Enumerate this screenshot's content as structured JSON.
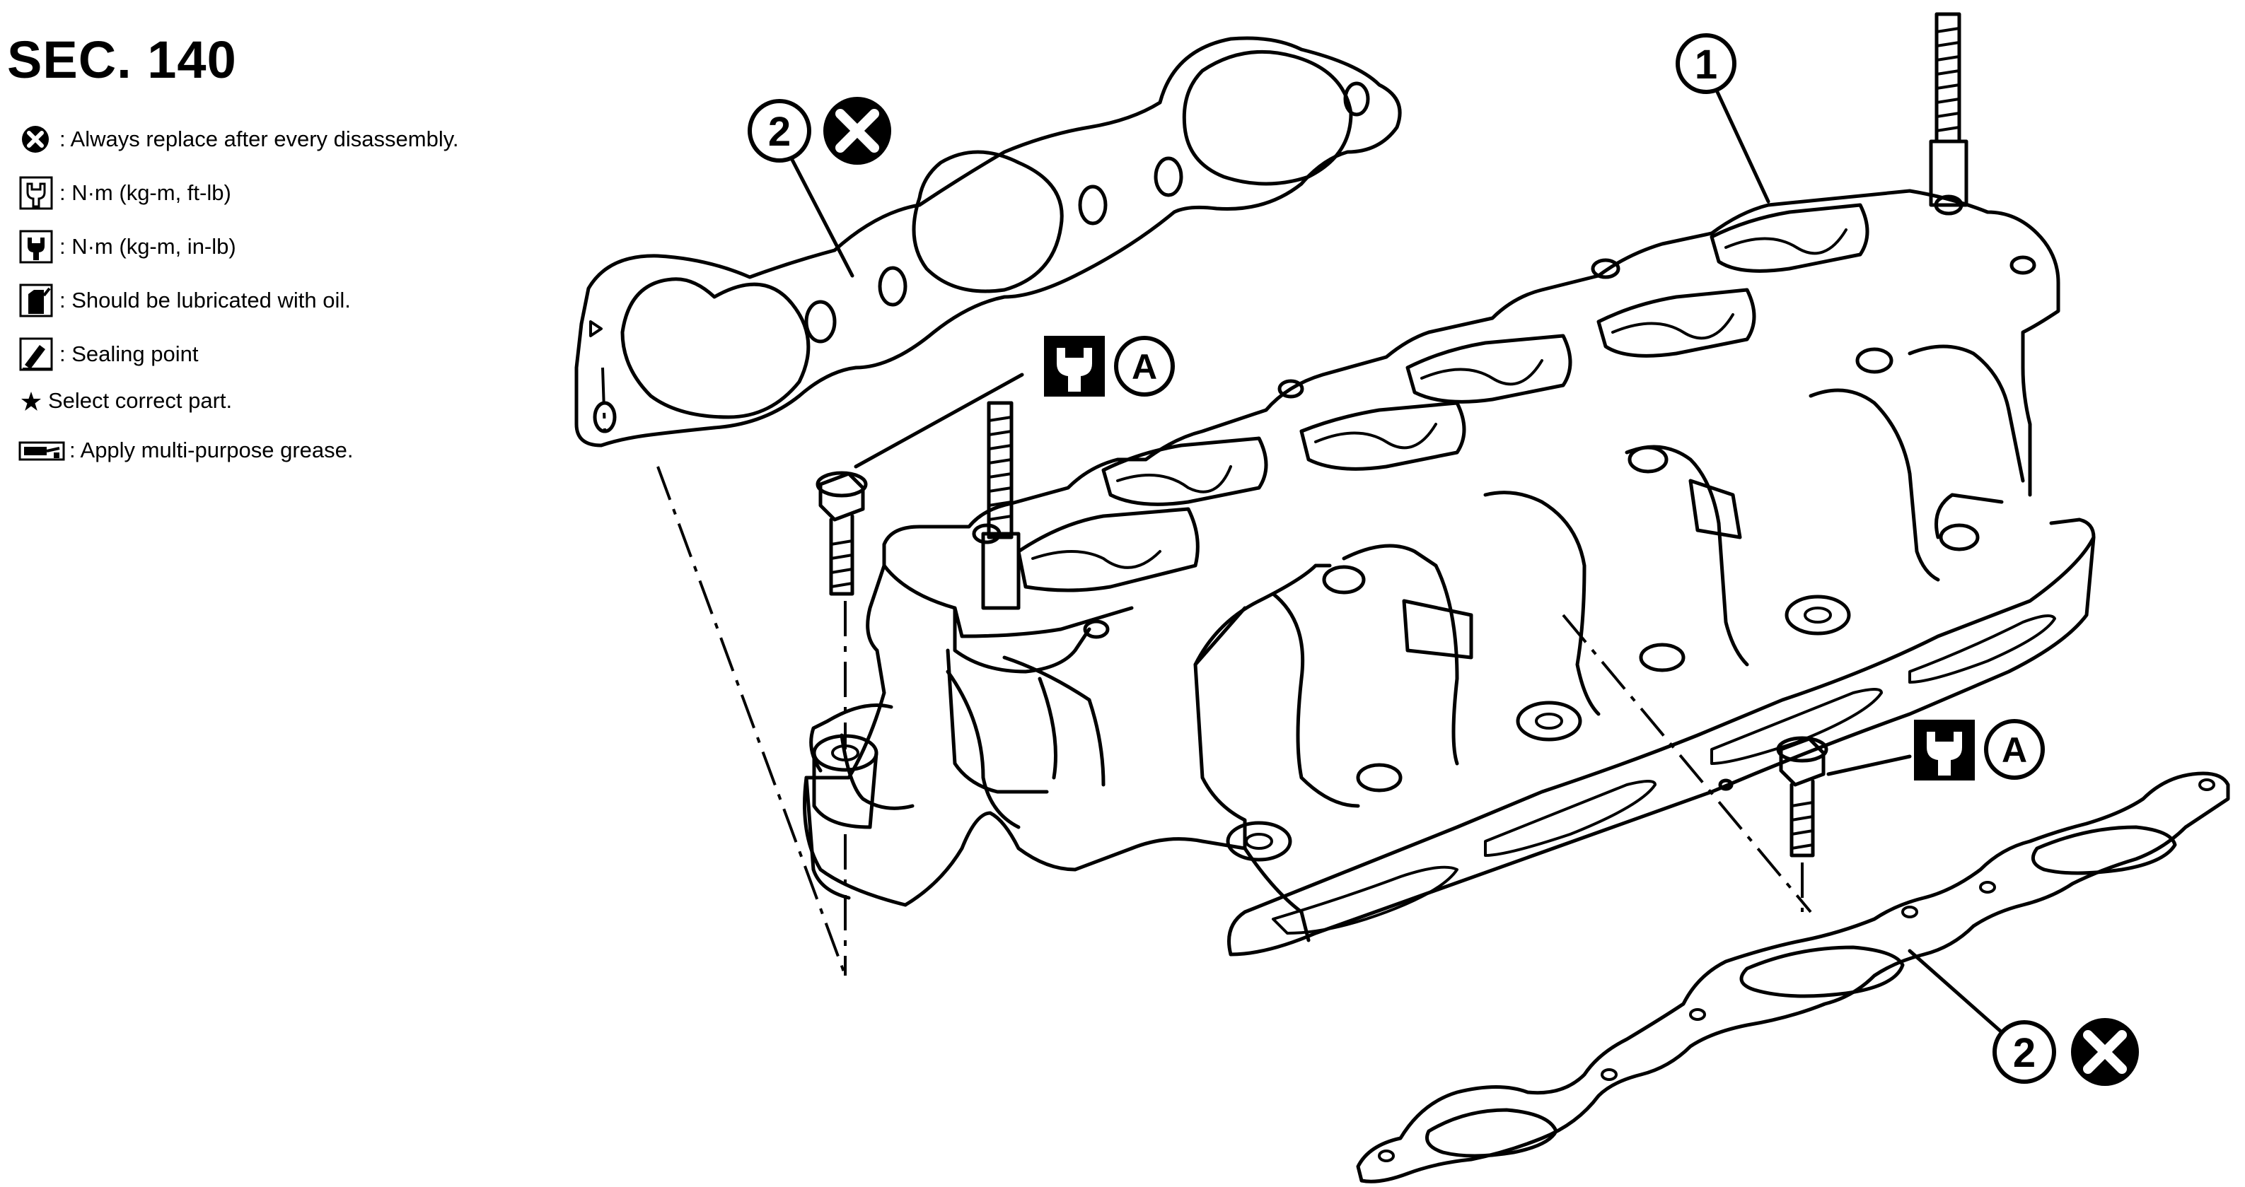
{
  "section": {
    "title": "SEC. 140"
  },
  "legend": [
    {
      "icon": "x-circle-icon",
      "text": ": Always replace after every disassembly."
    },
    {
      "icon": "torque-wrench-icon",
      "text": ": N·m (kg-m, ft-lb)"
    },
    {
      "icon": "torque-wrench-filled-icon",
      "text": ": N·m (kg-m, in-lb)"
    },
    {
      "icon": "oil-can-icon",
      "text": ": Should be lubricated with oil."
    },
    {
      "icon": "sealant-icon",
      "text": ": Sealing point"
    },
    {
      "icon": "star-icon",
      "text": "Select correct part."
    },
    {
      "icon": "grease-gun-icon",
      "text": ": Apply multi-purpose grease."
    }
  ],
  "callouts": {
    "manifold_number": "1",
    "gasket_number": "2",
    "torque_letter": "A"
  }
}
